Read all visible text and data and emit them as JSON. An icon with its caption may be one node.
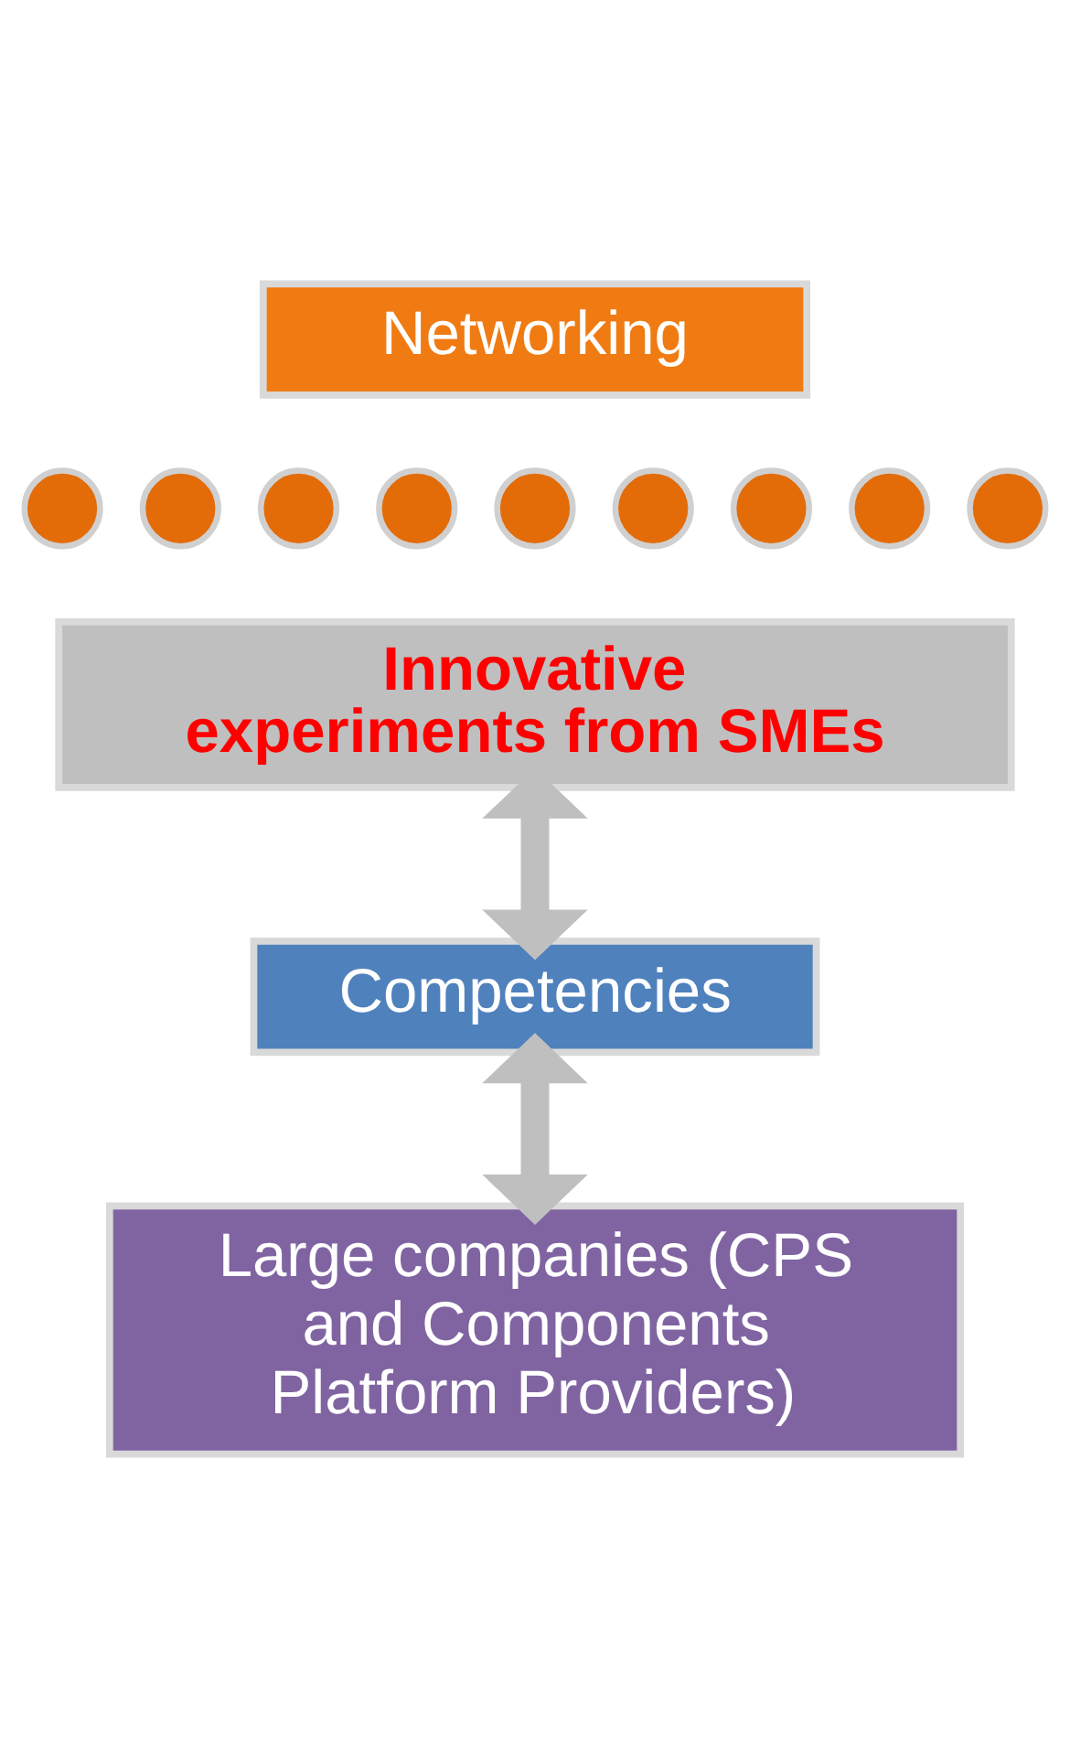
{
  "diagram": {
    "nodes": [
      {
        "text": [
          "Networking"
        ]
      },
      {
        "text": [],
        "shape": "circle"
      },
      {
        "text": [],
        "shape": "circle"
      },
      {
        "text": [],
        "shape": "circle"
      },
      {
        "text": [],
        "shape": "circle"
      },
      {
        "text": [],
        "shape": "circle"
      },
      {
        "text": [],
        "shape": "circle"
      },
      {
        "text": [],
        "shape": "circle"
      },
      {
        "text": [],
        "shape": "circle"
      },
      {
        "text": [],
        "shape": "circle"
      },
      {
        "text": [
          "Innovative experiments from SMEs"
        ]
      },
      {
        "text": [
          "Competencies"
        ]
      },
      {
        "text": [
          "Large companies (CPS and Components Platform Providers)"
        ]
      }
    ],
    "edges": [
      {
        "from": 10,
        "to": 11,
        "arrow": "both"
      },
      {
        "from": 11,
        "to": 12,
        "arrow": "both"
      }
    ]
  }
}
